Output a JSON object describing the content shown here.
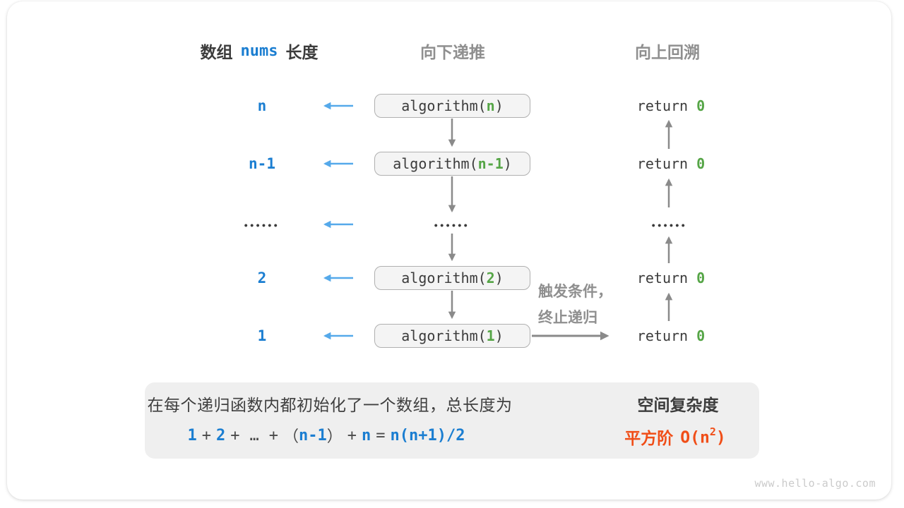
{
  "colors": {
    "blue": "#1B7ED1",
    "light_blue": "#55A9EA",
    "green": "#55A546",
    "dark": "#3C3C3C",
    "gray": "#8F8F8F",
    "arrow": "#8A8A8A",
    "orange": "#F04E18",
    "box_fill": "#F4F4F4",
    "box_border": "#B0B0B0",
    "panel_fill": "#EFEFEF",
    "block_arrow": "#C9C9C9",
    "watermark": "#CBCBCB"
  },
  "headers": {
    "length_prefix": "数组",
    "length_code": "nums",
    "length_suffix": "长度",
    "recurse_down": "向下递推",
    "backtrack_up": "向上回溯"
  },
  "call_open": "algorithm(",
  "call_close": ")",
  "return_keyword": "return",
  "return_value": "0",
  "dots": "••••••",
  "rows": [
    {
      "label": "n",
      "arg": "n"
    },
    {
      "label": "n-1",
      "arg": "n-1"
    },
    {
      "label": "••••••"
    },
    {
      "label": "2",
      "arg": "2"
    },
    {
      "label": "1",
      "arg": "1"
    }
  ],
  "trigger_note": {
    "line1": "触发条件，",
    "line2": "终止递归"
  },
  "summary": {
    "line1": "在每个递归函数内都初始化了一个数组，总长度为",
    "formula": {
      "t1": "1",
      "plus1": "+",
      "t2": "2",
      "plus2": "+",
      "ellipsis": "…",
      "plus3": "+",
      "open_paren": "（",
      "t3": "n-1",
      "close_paren": "）",
      "plus4": "+",
      "t4": "n",
      "equals": "=",
      "t5": "n(n+1)/2"
    }
  },
  "result": {
    "title": "空间复杂度",
    "prefix": "平方阶",
    "big_o_open": "O(n",
    "exponent": "2",
    "big_o_close": ")"
  },
  "watermark": "www.hello-algo.com"
}
